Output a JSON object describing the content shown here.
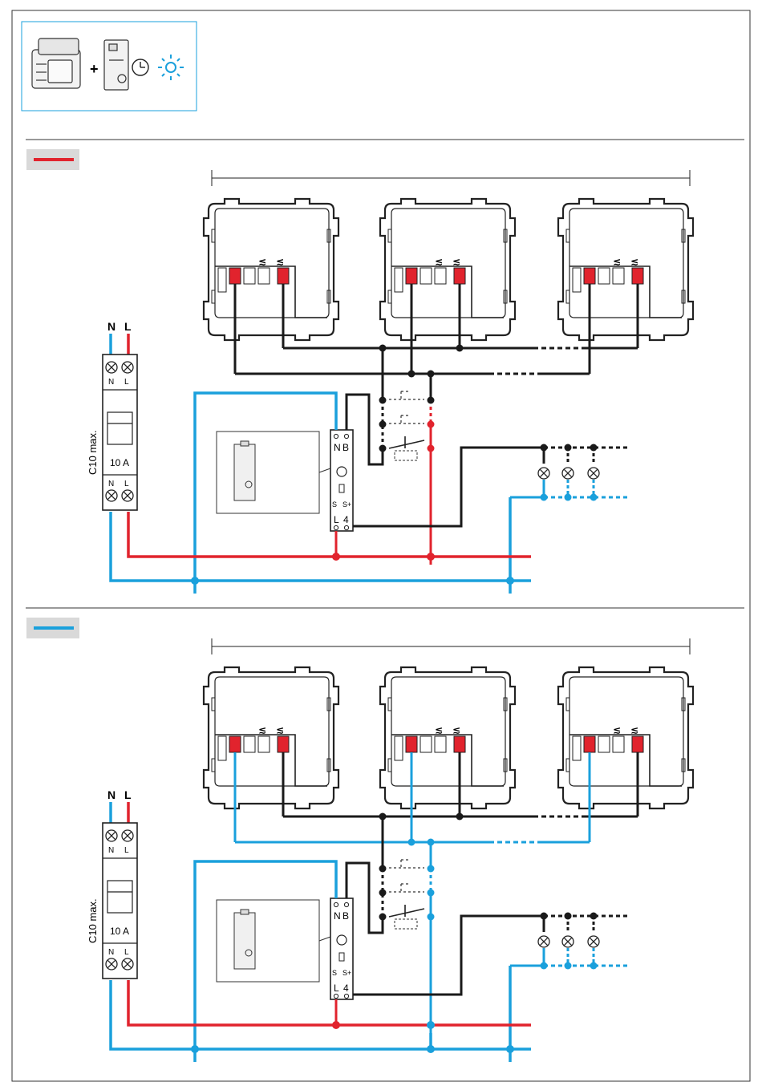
{
  "colors": {
    "phase": "#e1232d",
    "neutral": "#1aa0dc",
    "wire": "#1a1a1a",
    "frame": "#222222",
    "terminal_red": "#e1232d",
    "icon_blue": "#1aa0dc",
    "legend_bg": "#d9d9d9"
  },
  "header": {
    "icons": [
      "module-device-icon",
      "plus-icon",
      "timer-module-icon",
      "clock-icon",
      "light-burst-icon"
    ],
    "plus": "+"
  },
  "sections": [
    {
      "legend_color": "phase",
      "breaker": {
        "n": "N",
        "l": "L",
        "top_n": "N",
        "top_l": "L",
        "bot_n": "N",
        "bot_l": "L",
        "rating": "10 A",
        "max": "C10 max."
      },
      "timer": {
        "n": "N",
        "b": "B",
        "l": "L",
        "four": "4",
        "s1": "S",
        "s2": "S+"
      }
    },
    {
      "legend_color": "neutral",
      "breaker": {
        "n": "N",
        "l": "L",
        "top_n": "N",
        "top_l": "L",
        "bot_n": "N",
        "bot_l": "L",
        "rating": "10 A",
        "max": "C10 max."
      },
      "timer": {
        "n": "N",
        "b": "B",
        "l": "L",
        "four": "4",
        "s1": "S",
        "s2": "S+"
      }
    }
  ]
}
